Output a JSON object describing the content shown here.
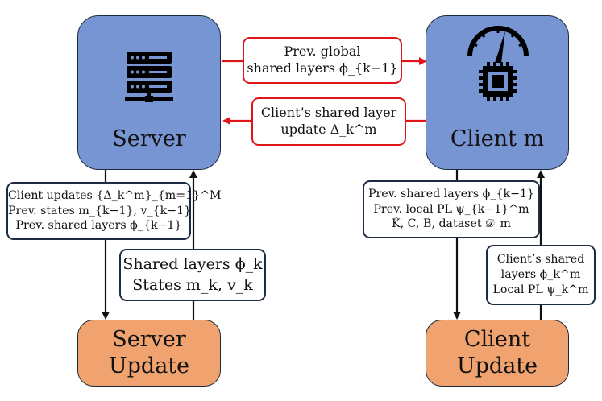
{
  "nodes": {
    "server": {
      "label": "Server"
    },
    "client": {
      "label": "Client m"
    },
    "server_update": {
      "line1": "Server",
      "line2": "Update"
    },
    "client_update": {
      "line1": "Client",
      "line2": "Update"
    }
  },
  "messages": {
    "server_to_client": {
      "line1": "Prev. global",
      "line2": "shared layers ϕ_{k−1}"
    },
    "client_to_server": {
      "line1": "Client’s shared layer",
      "line2": "update Δ_k^m"
    },
    "server_down": {
      "line1": "Client updates {Δ_k^m}_{m=1}^M",
      "line2": "Prev. states m_{k−1}, v_{k−1}",
      "line3": "Prev. shared layers ϕ_{k−1}"
    },
    "server_up": {
      "line1": "Shared layers ϕ_k",
      "line2": "States m_k, v_k"
    },
    "client_down": {
      "line1": "Prev. shared layers ϕ_{k−1}",
      "line2": "Prev. local PL ψ_{k−1}^m",
      "line3": "K̃, C, B, dataset 𝒟_m"
    },
    "client_up": {
      "line1": "Client’s shared",
      "line2": "layers ϕ_k^m",
      "line3": "Local PL ψ_k^m"
    }
  },
  "icons": {
    "server": "server-rack-icon",
    "client": "chip-speedometer-icon"
  },
  "colors": {
    "node_blue": "#7895d3",
    "node_orange": "#f0a36e",
    "outline": "#1c2b3a",
    "red_arrow": "#e0151a",
    "navy_box": "#1d2b44"
  }
}
